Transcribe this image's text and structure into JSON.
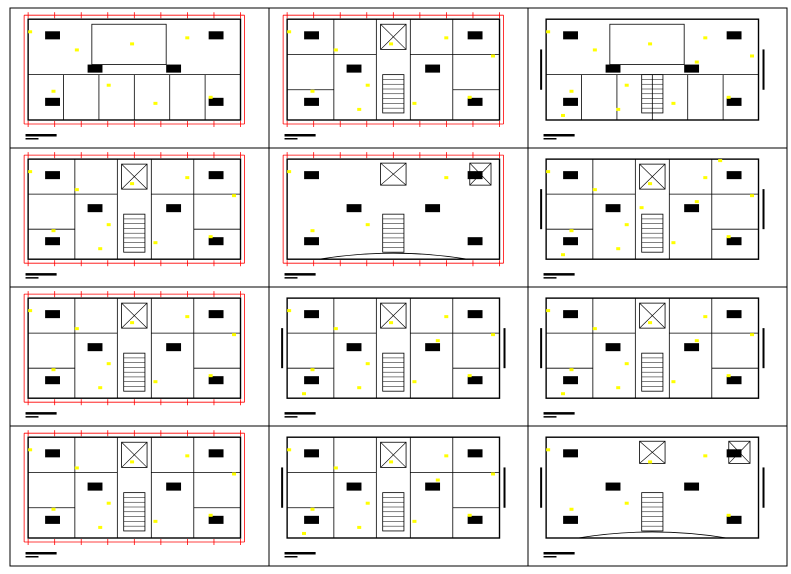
{
  "sheet": {
    "rows": 4,
    "cols": 3,
    "colors": {
      "background": "#ffffff",
      "linework": "#000000",
      "dimension": "#ff0000",
      "annotation": "#ffff00",
      "frame": "#000000"
    }
  },
  "panels": [
    {
      "id": "p1",
      "style": "site",
      "dims": true,
      "stair": false,
      "walls": true,
      "marks": 8
    },
    {
      "id": "p2",
      "style": "twin",
      "dims": true,
      "stair": true,
      "walls": true,
      "marks": 10
    },
    {
      "id": "p3",
      "style": "site",
      "dims": false,
      "stair": true,
      "walls": true,
      "marks": 12
    },
    {
      "id": "p4",
      "style": "twin",
      "dims": true,
      "stair": true,
      "walls": true,
      "marks": 10
    },
    {
      "id": "p5",
      "style": "open",
      "dims": true,
      "stair": true,
      "walls": false,
      "marks": 4
    },
    {
      "id": "p6",
      "style": "twin",
      "dims": false,
      "stair": true,
      "walls": true,
      "marks": 14
    },
    {
      "id": "p7",
      "style": "twin",
      "dims": true,
      "stair": true,
      "walls": true,
      "marks": 10
    },
    {
      "id": "p8",
      "style": "twin",
      "dims": false,
      "stair": true,
      "walls": true,
      "marks": 12
    },
    {
      "id": "p9",
      "style": "twin",
      "dims": false,
      "stair": true,
      "walls": true,
      "marks": 12
    },
    {
      "id": "p10",
      "style": "twin",
      "dims": true,
      "stair": true,
      "walls": true,
      "marks": 10
    },
    {
      "id": "p11",
      "style": "twin",
      "dims": false,
      "stair": true,
      "walls": true,
      "marks": 12
    },
    {
      "id": "p12",
      "style": "open",
      "dims": false,
      "stair": true,
      "walls": false,
      "marks": 6
    }
  ]
}
